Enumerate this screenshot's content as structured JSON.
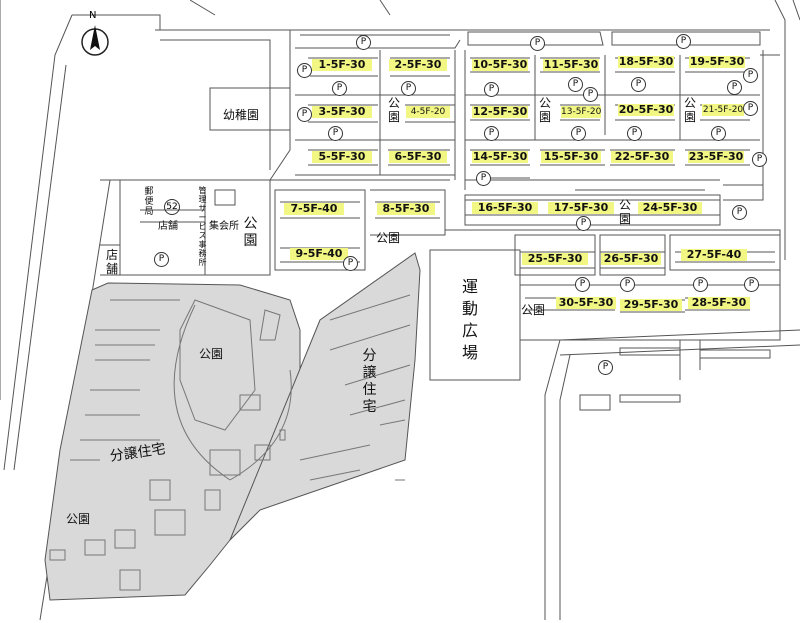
{
  "north": "N",
  "parking": "P",
  "facilities": {
    "kindergarten": "幼稚園",
    "post_office": "郵便局",
    "route_number": "52",
    "shop": "店舗",
    "shop_corner": "店舗",
    "meeting_hall": "集会所",
    "mgmt_office": "管理サービス事務所",
    "sports_ground": "運動広場",
    "park": "公園",
    "private_housing": "分譲住宅"
  },
  "buildings": [
    {
      "id": "b1",
      "label": "1-5F-30"
    },
    {
      "id": "b2",
      "label": "2-5F-30"
    },
    {
      "id": "b3",
      "label": "3-5F-30"
    },
    {
      "id": "b4",
      "label": "4-5F-20"
    },
    {
      "id": "b5",
      "label": "5-5F-30"
    },
    {
      "id": "b6",
      "label": "6-5F-30"
    },
    {
      "id": "b7",
      "label": "7-5F-40"
    },
    {
      "id": "b8",
      "label": "8-5F-30"
    },
    {
      "id": "b9",
      "label": "9-5F-40"
    },
    {
      "id": "b10",
      "label": "10-5F-30"
    },
    {
      "id": "b11",
      "label": "11-5F-30"
    },
    {
      "id": "b12",
      "label": "12-5F-30"
    },
    {
      "id": "b13",
      "label": "13-5F-20"
    },
    {
      "id": "b14",
      "label": "14-5F-30"
    },
    {
      "id": "b15",
      "label": "15-5F-30"
    },
    {
      "id": "b16",
      "label": "16-5F-30"
    },
    {
      "id": "b17",
      "label": "17-5F-30"
    },
    {
      "id": "b18",
      "label": "18-5F-30"
    },
    {
      "id": "b19",
      "label": "19-5F-30"
    },
    {
      "id": "b20",
      "label": "20-5F-30"
    },
    {
      "id": "b21",
      "label": "21-5F-20"
    },
    {
      "id": "b22",
      "label": "22-5F-30"
    },
    {
      "id": "b23",
      "label": "23-5F-30"
    },
    {
      "id": "b24",
      "label": "24-5F-30"
    },
    {
      "id": "b25",
      "label": "25-5F-30"
    },
    {
      "id": "b26",
      "label": "26-5F-30"
    },
    {
      "id": "b27",
      "label": "27-5F-40"
    },
    {
      "id": "b28",
      "label": "28-5F-30"
    },
    {
      "id": "b29",
      "label": "29-5F-30"
    },
    {
      "id": "b30",
      "label": "30-5F-30"
    }
  ],
  "colors": {
    "building_label": "#f2f783",
    "private_area": "#d9d9d9",
    "line": "#444444"
  }
}
